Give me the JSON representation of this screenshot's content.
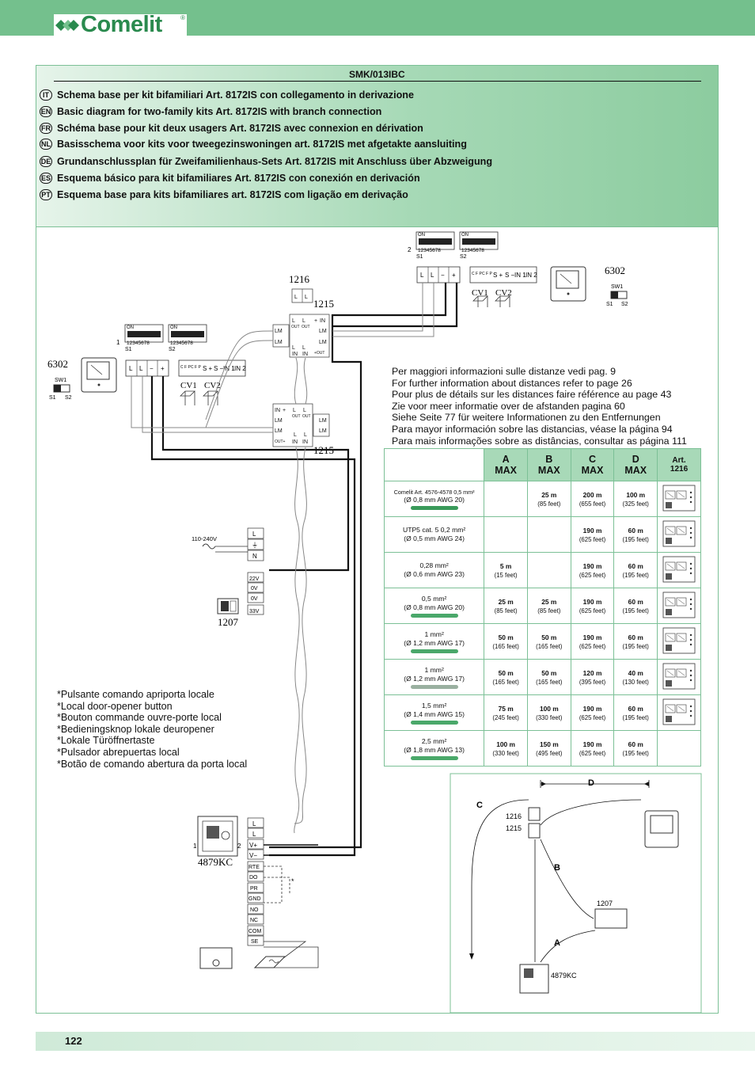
{
  "brand": {
    "name": "Comelit",
    "reg": "®"
  },
  "header": {
    "code": "SMK/013IBC",
    "titles": [
      {
        "lang": "IT",
        "text": "Schema base per kit bifamiliari Art. 8172IS con collegamento in derivazione"
      },
      {
        "lang": "EN",
        "text": "Basic diagram for two-family kits Art. 8172IS with branch connection"
      },
      {
        "lang": "FR",
        "text": "Schéma base pour kit deux usagers Art. 8172IS avec connexion en dérivation"
      },
      {
        "lang": "NL",
        "text": "Basisschema voor kits voor tweegezinswoningen art. 8172IS met afgetakte aansluiting"
      },
      {
        "lang": "DE",
        "text": "Grundanschlussplan für Zweifamilienhaus-Sets Art. 8172IS mit Anschluss über Abzweigung"
      },
      {
        "lang": "ES",
        "text": "Esquema básico para kit bifamiliares Art. 8172IS con conexión en derivación"
      },
      {
        "lang": "PT",
        "text": "Esquema base para kits bifamiliares art. 8172IS com ligação em derivação"
      }
    ]
  },
  "diagram": {
    "devices": {
      "monitor": "6302",
      "distributor_a": "1216",
      "distributor_b": "1215",
      "distributor_c": "1215",
      "power": "1207",
      "panel": "4879KC",
      "sw1": "SW1",
      "s1": "S1",
      "s2": "S2",
      "cv1": "CV1",
      "cv2": "CV2",
      "mains": "110-240V",
      "dip_on": "ON",
      "dip_nums": "12345678",
      "n1": "1",
      "n2": "2"
    },
    "monitor_terms": [
      "L",
      "L",
      "−",
      "+",
      "C F P 1",
      "C F P 2",
      "S +",
      "S −",
      "IN 1",
      "IN 2"
    ],
    "power_terms": [
      "L",
      "⏚",
      "N",
      "22V",
      "0V",
      "0V",
      "33V"
    ],
    "panel_terms": [
      "L",
      "L",
      "V+",
      "V−",
      "RTE",
      "DO",
      "PR",
      "GND",
      "NO",
      "NC",
      "COM",
      "SE"
    ],
    "dist_terms": {
      "l": "L",
      "lm": "LM",
      "in": "IN",
      "out": "OUT",
      "plus": "+"
    },
    "lock_mark": "*"
  },
  "info_lines": [
    "Per maggiori informazioni sulle distanze vedi pag. 9",
    "For further information about distances refer to page 26",
    "Pour plus de détails sur les distances faire référence au page 43",
    "Zie voor meer informatie over de afstanden pagina 60",
    "Siehe Seite 77 für weitere Informationen zu den Entfernungen",
    "Para mayor información sobre las distancias, véase la página 94",
    "Para mais informações sobre as distâncias, consultar as página 111"
  ],
  "table": {
    "headers": [
      {
        "l1": "A",
        "l2": "MAX"
      },
      {
        "l1": "B",
        "l2": "MAX"
      },
      {
        "l1": "C",
        "l2": "MAX"
      },
      {
        "l1": "D",
        "l2": "MAX"
      },
      {
        "l1": "Art.",
        "l2": "1216"
      }
    ],
    "rows": [
      {
        "c1": "Comelit Art. 4576-4578 0,5 mm²",
        "c2": "(Ø 0,8 mm AWG 20)",
        "wire": "#3a9a5a",
        "small": true,
        "A": [
          "",
          ""
        ],
        "B": [
          "25 m",
          "(85 feet)"
        ],
        "C": [
          "200 m",
          "(655 feet)"
        ],
        "D": [
          "100 m",
          "(325 feet)"
        ],
        "icon": true
      },
      {
        "c1": "UTP5 cat. 5 0,2 mm²",
        "c2": "(Ø 0,5 mm AWG 24)",
        "wire": "",
        "small": false,
        "A": [
          "",
          ""
        ],
        "B": [
          "",
          ""
        ],
        "C": [
          "190 m",
          "(625 feet)"
        ],
        "D": [
          "60 m",
          "(195 feet)"
        ],
        "icon": true
      },
      {
        "c1": "0,28 mm²",
        "c2": "(Ø 0,6 mm AWG 23)",
        "wire": "",
        "small": false,
        "A": [
          "5 m",
          "(15 feet)"
        ],
        "B": [
          "",
          ""
        ],
        "C": [
          "190 m",
          "(625 feet)"
        ],
        "D": [
          "60 m",
          "(195 feet)"
        ],
        "icon": true
      },
      {
        "c1": "0,5 mm²",
        "c2": "(Ø 0,8 mm AWG 20)",
        "wire": "#4aa86a",
        "small": false,
        "A": [
          "25 m",
          "(85 feet)"
        ],
        "B": [
          "25 m",
          "(85 feet)"
        ],
        "C": [
          "190 m",
          "(625 feet)"
        ],
        "D": [
          "60 m",
          "(195 feet)"
        ],
        "icon": true
      },
      {
        "c1": "1 mm²",
        "c2": "(Ø 1,2 mm AWG 17)",
        "wire": "#4aa86a",
        "small": false,
        "A": [
          "50 m",
          "(165 feet)"
        ],
        "B": [
          "50 m",
          "(165 feet)"
        ],
        "C": [
          "190 m",
          "(625 feet)"
        ],
        "D": [
          "60 m",
          "(195 feet)"
        ],
        "icon": true
      },
      {
        "c1": "1 mm²",
        "c2": "(Ø 1,2 mm AWG 17)",
        "wire": "#9ab0a0",
        "small": false,
        "A": [
          "50 m",
          "(165 feet)"
        ],
        "B": [
          "50 m",
          "(165 feet)"
        ],
        "C": [
          "120 m",
          "(395 feet)"
        ],
        "D": [
          "40 m",
          "(130 feet)"
        ],
        "icon": true
      },
      {
        "c1": "1,5 mm²",
        "c2": "(Ø 1,4 mm AWG 15)",
        "wire": "#4aa86a",
        "small": false,
        "A": [
          "75 m",
          "(245 feet)"
        ],
        "B": [
          "100 m",
          "(330 feet)"
        ],
        "C": [
          "190 m",
          "(625 feet)"
        ],
        "D": [
          "60 m",
          "(195 feet)"
        ],
        "icon": true
      },
      {
        "c1": "2,5 mm²",
        "c2": "(Ø 1,8 mm AWG 13)",
        "wire": "#4aa86a",
        "small": false,
        "A": [
          "100 m",
          "(330 feet)"
        ],
        "B": [
          "150 m",
          "(495 feet)"
        ],
        "C": [
          "190 m",
          "(625 feet)"
        ],
        "D": [
          "60 m",
          "(195 feet)"
        ],
        "icon": false
      }
    ]
  },
  "footnote": [
    "*Pulsante comando apriporta locale",
    "*Local door-opener button",
    "*Bouton commande ouvre-porte local",
    "*Bedieningsknop lokale deuropener",
    "*Lokale Türöffnertaste",
    "*Pulsador abrepuertas local",
    "*Botão de comando abertura da porta local"
  ],
  "layout_diagram": {
    "a": "A",
    "b": "B",
    "c": "C",
    "d": "D",
    "d1": "1216",
    "d2": "1215",
    "power": "1207",
    "panel": "4879KC"
  },
  "page": {
    "number": "122"
  },
  "colors": {
    "brand_green": "#74c08d",
    "header_green": "#a6d9b6",
    "border": "#7cc096"
  }
}
